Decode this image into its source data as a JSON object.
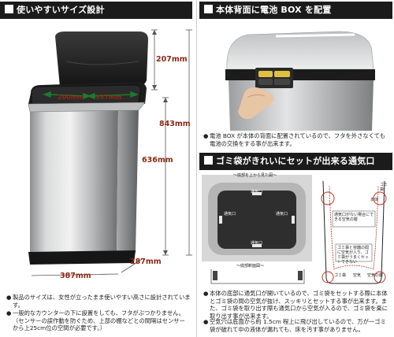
{
  "left": {
    "header": "使いやすいサイズ設計",
    "dims": {
      "width_front": "387mm",
      "depth": "287mm",
      "total_height": "843mm",
      "body_height": "636mm",
      "lid_height": "207mm",
      "opening_w": "337mm",
      "opening_d": "200mm"
    },
    "bullets": [
      "製品のサイズは、女性が立ったまま使いやすい高さに設計されています。",
      "一般的なカウンターの下に設置をしても、フタがぶつかりません。（センサーの誤作動を防ぐため、上部の棚などとの間隔はセンサーから上25cm位の空間が必要です。）"
    ]
  },
  "top_right": {
    "header": "本体背面に電池 BOX を配置",
    "bullet": "電池 BOX が本体の背面に配置されているので、フタを外さなくても電池の交換をする事が出来ます。"
  },
  "bottom_right": {
    "header": "ゴミ袋がきれいにセットが出来る通気口",
    "top_caption": "〜底部を上から見た図〜",
    "bottom_caption": "〜底部断面図〜",
    "vent_label": "通気口",
    "diag_label": "通気口がない場合にできる空気の層",
    "bag_label": "ゴミ袋",
    "side_bag_label": "ゴミ袋",
    "air_label": "空気",
    "body_label": "本体",
    "air_layer_label": "空気の層",
    "diag_caption": "ゴミ袋と容器の間に空気が入り、ゴミ袋がうまくセットできない",
    "bullets": [
      "本体の底部に通気口が開いているので、ゴミ袋をセットする際に本体とゴミ袋の間の空気が抜け、スッキリとセットする事が出来ます。また、ゴミ袋を取り出す際も通気口から空気が入るので、ゴミ袋を楽に取り出す事が出来ます。",
      "空気穴は底面から約 1.5cm 程上に飛び出しているので、万が一ゴミ袋が破れて中の液体が漏れても、床を汚す事がありません。"
    ]
  },
  "colors": {
    "header_bg": "#1b1b1b",
    "dim_text": "#8b2a14",
    "arrow": "#1e7a2e",
    "vent_circle": "#c0392b"
  }
}
